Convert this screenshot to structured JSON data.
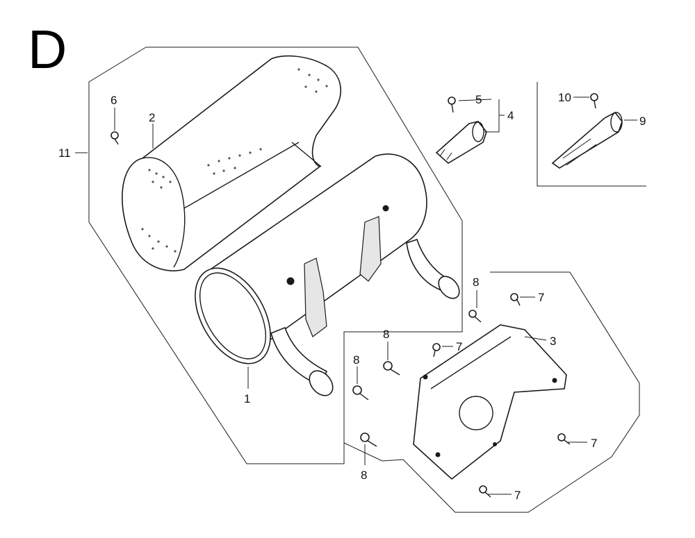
{
  "section_letter": "D",
  "callouts": {
    "c1": "1",
    "c2": "2",
    "c3": "3",
    "c4": "4",
    "c5": "5",
    "c6": "6",
    "c7a": "7",
    "c7b": "7",
    "c7c": "7",
    "c7d": "7",
    "c8a": "8",
    "c8b": "8",
    "c8c": "8",
    "c8d": "8",
    "c9": "9",
    "c10": "10",
    "c11": "11"
  },
  "parts": [
    {
      "ref": "1",
      "name": "muffler-body"
    },
    {
      "ref": "2",
      "name": "muffler-protector"
    },
    {
      "ref": "3",
      "name": "muffler-stay"
    },
    {
      "ref": "4",
      "name": "spark-arrester-assembly"
    },
    {
      "ref": "5",
      "name": "screw"
    },
    {
      "ref": "6",
      "name": "screw"
    },
    {
      "ref": "7",
      "name": "flange-bolt"
    },
    {
      "ref": "8",
      "name": "flange-bolt"
    },
    {
      "ref": "9",
      "name": "spark-arrester"
    },
    {
      "ref": "10",
      "name": "screw"
    },
    {
      "ref": "11",
      "name": "muffler-assembly"
    }
  ]
}
